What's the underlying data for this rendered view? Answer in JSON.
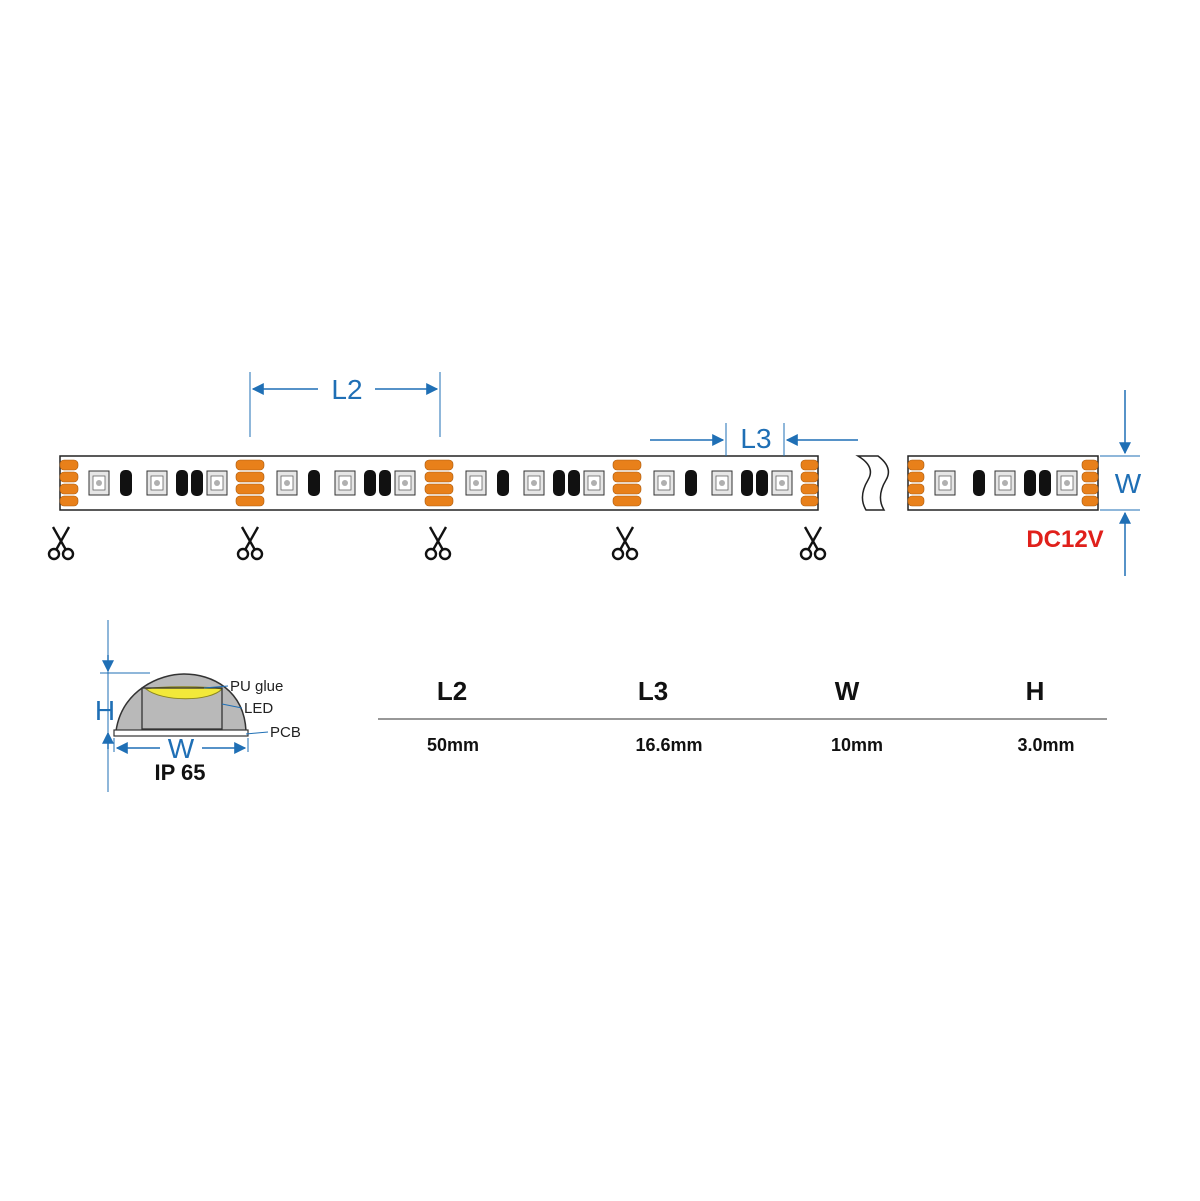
{
  "dimensions": {
    "l2_label": "L2",
    "l3_label": "L3",
    "w_label": "W",
    "voltage": "DC12V"
  },
  "cross_section": {
    "h_label": "H",
    "w_label": "W",
    "pu_glue": "PU glue",
    "led": "LED",
    "pcb": "PCB",
    "rating": "IP 65"
  },
  "specs": {
    "headers": [
      "L2",
      "L3",
      "W",
      "H"
    ],
    "values": [
      "50mm",
      "16.6mm",
      "10mm",
      "3.0mm"
    ]
  },
  "colors": {
    "dimension_blue": "#1f6fb5",
    "pad_orange": "#e8801a",
    "voltage_red": "#e0201b"
  },
  "icons": {
    "cut_mark": "scissors-icon"
  }
}
